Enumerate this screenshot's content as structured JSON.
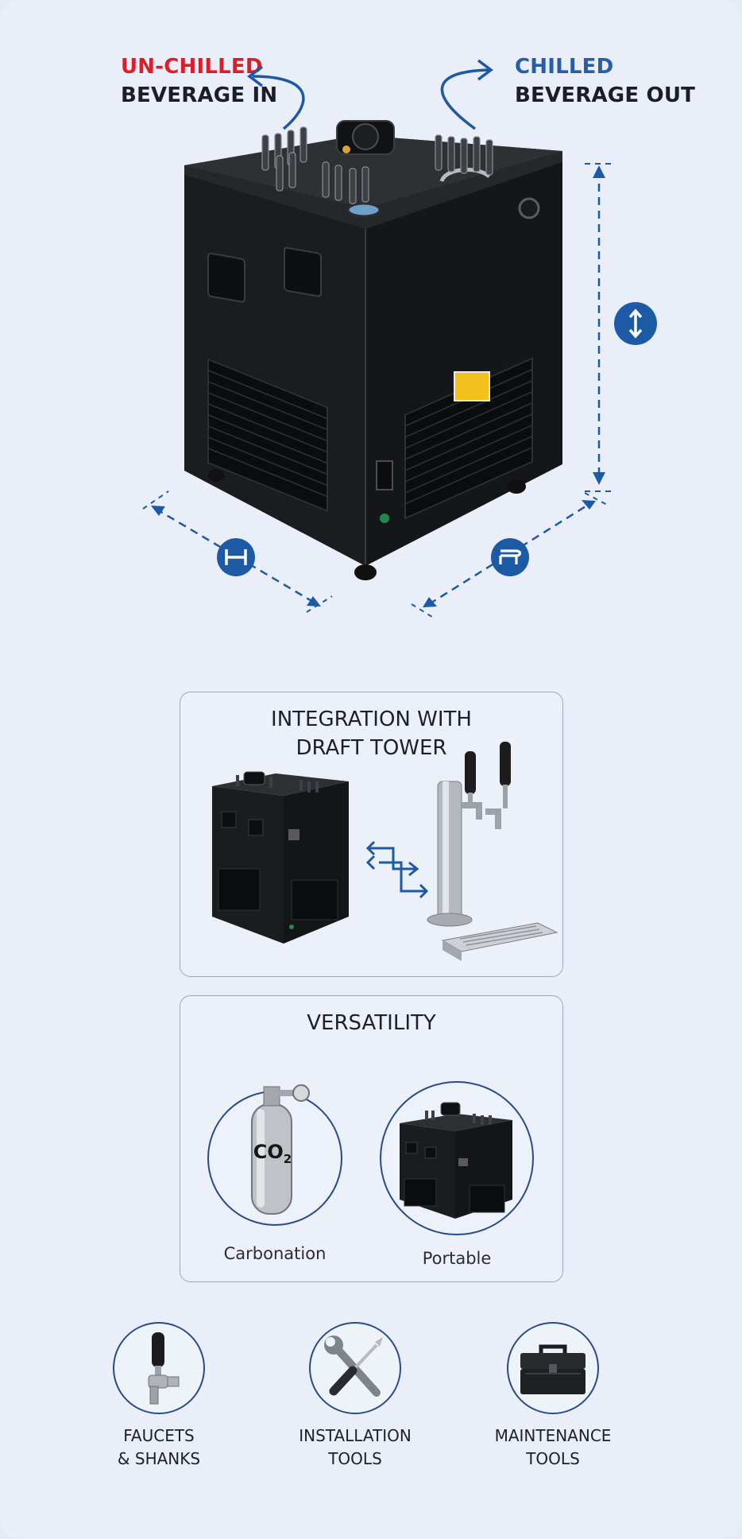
{
  "flow": {
    "in_line1": "UN-CHILLED",
    "in_line2": "BEVERAGE IN",
    "out_line1": "CHILLED",
    "out_line2": "BEVERAGE OUT"
  },
  "integration": {
    "title_line1": "INTEGRATION WITH",
    "title_line2": "DRAFT TOWER"
  },
  "versatility": {
    "title": "VERSATILITY",
    "co2_label": "CO",
    "co2_sub": "2",
    "item1": "Carbonation",
    "item2": "Portable"
  },
  "accessories": [
    {
      "line1": "FAUCETS",
      "line2": "& SHANKS"
    },
    {
      "line1": "INSTALLATION",
      "line2": "TOOLS"
    },
    {
      "line1": "MAINTENANCE",
      "line2": "TOOLS"
    }
  ],
  "colors": {
    "accent_blue": "#1d5aa6",
    "label_red": "#d81f2a",
    "unit_black": "#1c1d20"
  }
}
